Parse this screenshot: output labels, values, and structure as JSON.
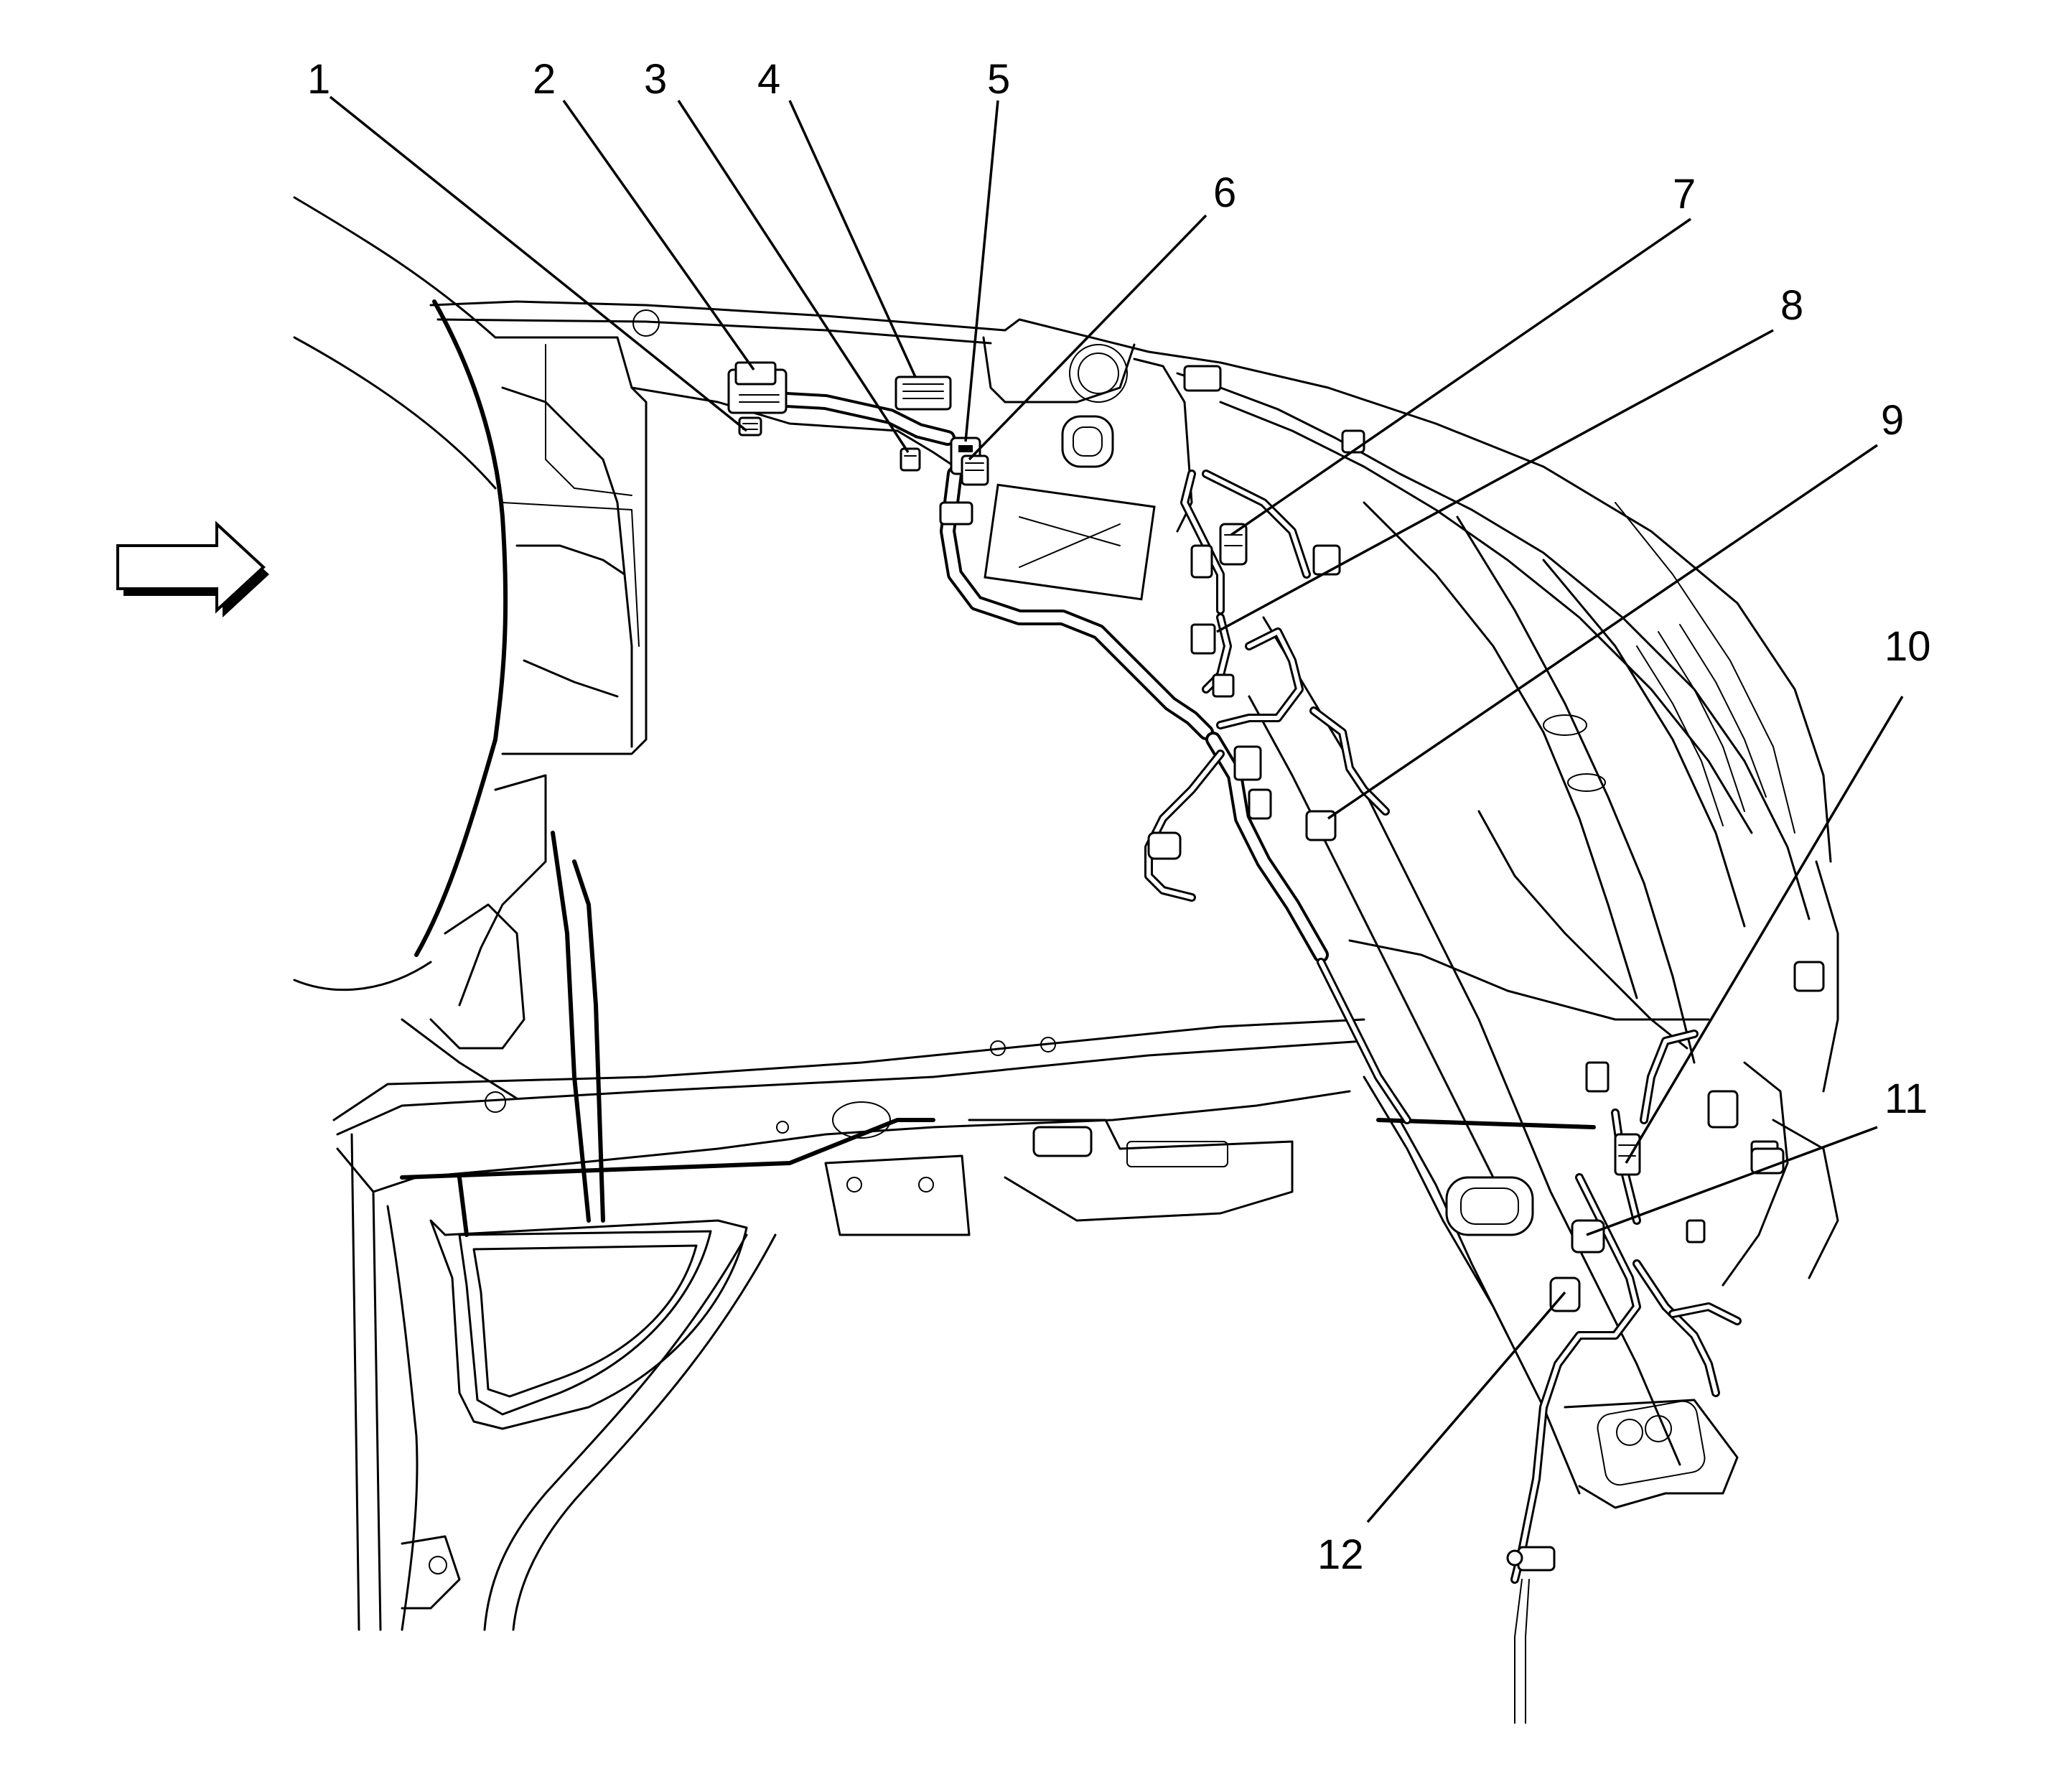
{
  "callouts": [
    {
      "id": "1",
      "label": "1"
    },
    {
      "id": "2",
      "label": "2"
    },
    {
      "id": "3",
      "label": "3"
    },
    {
      "id": "4",
      "label": "4"
    },
    {
      "id": "5",
      "label": "5"
    },
    {
      "id": "6",
      "label": "6"
    },
    {
      "id": "7",
      "label": "7"
    },
    {
      "id": "8",
      "label": "8"
    },
    {
      "id": "9",
      "label": "9"
    },
    {
      "id": "10",
      "label": "10"
    },
    {
      "id": "11",
      "label": "11"
    },
    {
      "id": "12",
      "label": "12"
    }
  ],
  "direction_arrow": {
    "icon": "right-arrow-icon"
  },
  "colors": {
    "line": "#000000",
    "background": "#ffffff"
  }
}
